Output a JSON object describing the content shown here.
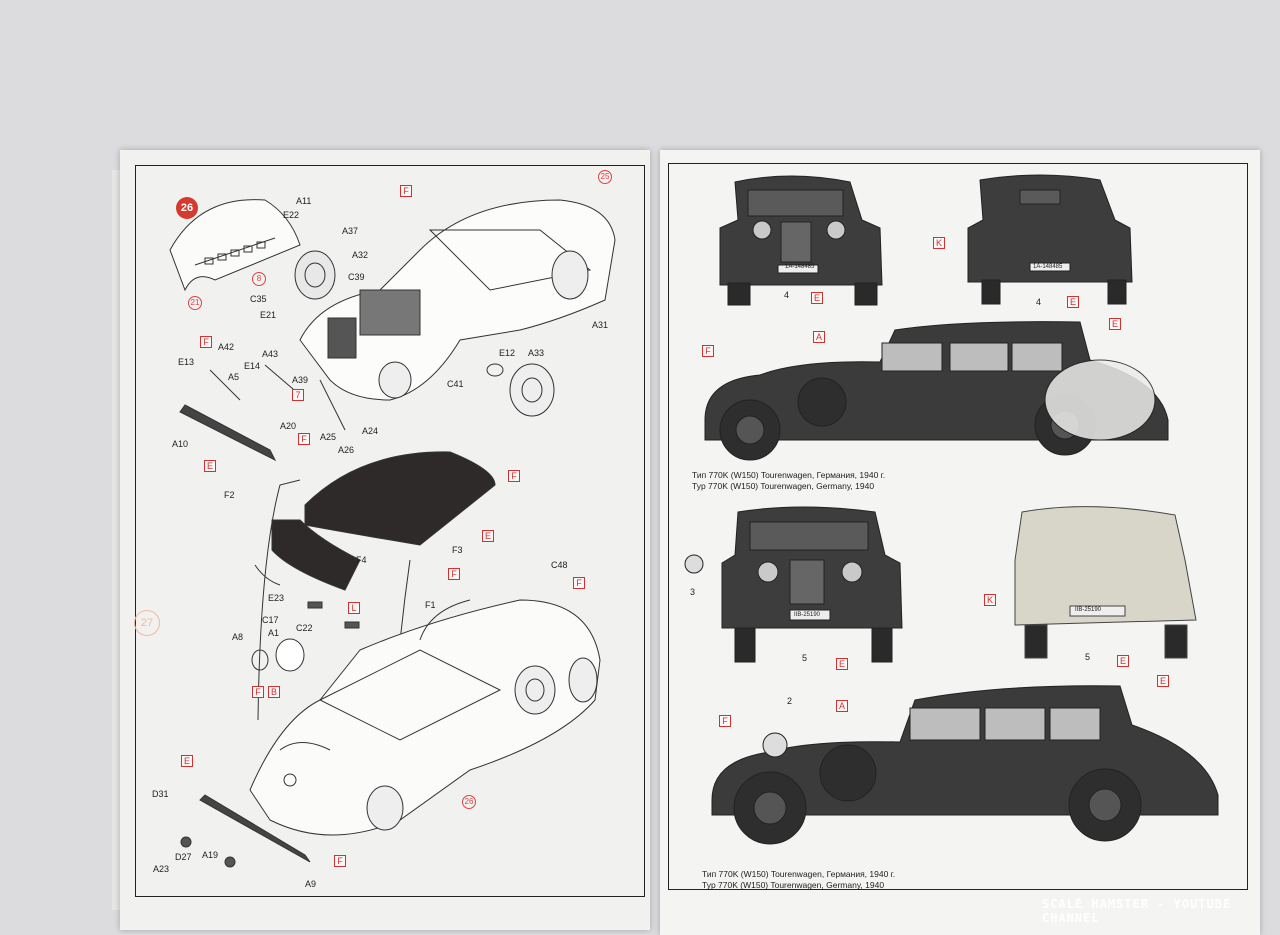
{
  "left_page": {
    "step_number": "26",
    "next_step_number": "27",
    "part_labels": [
      "A11",
      "E22",
      "A37",
      "A32",
      "C39",
      "C35",
      "E21",
      "A42",
      "E13",
      "A43",
      "E14",
      "A10",
      "A5",
      "A20",
      "A25",
      "A26",
      "A24",
      "A39",
      "E12",
      "A33",
      "A31",
      "C41",
      "F2",
      "F3",
      "F4",
      "F1",
      "E23",
      "C48",
      "C17",
      "C22",
      "A8",
      "A1",
      "D31",
      "D27",
      "A19",
      "A23",
      "A9"
    ],
    "color_codes": [
      "F",
      "E",
      "L",
      "K",
      "A",
      "B",
      "7"
    ],
    "paint_refs": [
      "8",
      "21",
      "25",
      "26"
    ]
  },
  "right_page": {
    "plate_numbers": [
      "2",
      "3",
      "4",
      "5"
    ],
    "plate_1": "1A-148485",
    "plate_2": "IIB-25190",
    "caption_top": {
      "line1": "Тип 770K (W150) Tourenwagen, Германия, 1940 г.",
      "line2": "Typ 770K (W150) Tourenwagen, Germany, 1940"
    },
    "caption_bottom": {
      "line1": "Тип 770K (W150) Tourenwagen, Германия, 1940 г.",
      "line2": "Typ 770K (W150) Tourenwagen, Germany, 1940"
    }
  },
  "watermark": "SCALE HAMSTER - YOUTUBE CHANNEL",
  "colors": {
    "accent_red": "#c33333",
    "car_body": "#3c3c3c",
    "paper": "#f4f4f2",
    "background": "#dcdcdf"
  }
}
